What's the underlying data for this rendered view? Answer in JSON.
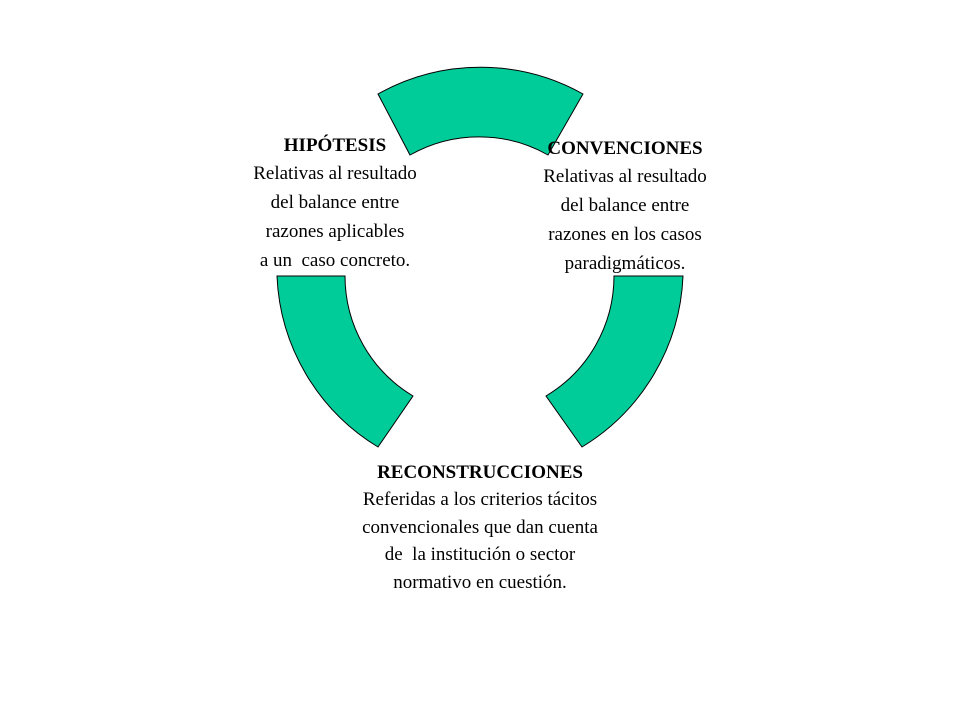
{
  "diagram": {
    "accent_color": "#00cc99",
    "outline_color": "#000000",
    "nodes": [
      {
        "id": "hipotesis",
        "title": "HIPÓTESIS",
        "lines": [
          "Relativas al resultado",
          "del balance entre",
          "razones aplicables",
          "a un  caso concreto."
        ]
      },
      {
        "id": "convenciones",
        "title": "CONVENCIONES",
        "lines": [
          "Relativas al resultado",
          "del balance entre",
          "razones en los casos",
          "paradigmáticos."
        ]
      },
      {
        "id": "reconstrucciones",
        "title": "RECONSTRUCCIONES",
        "lines": [
          "Referidas a los criterios tácitos",
          "convencionales que dan cuenta",
          "de  la institución o sector",
          "normativo en cuestión."
        ]
      }
    ]
  }
}
